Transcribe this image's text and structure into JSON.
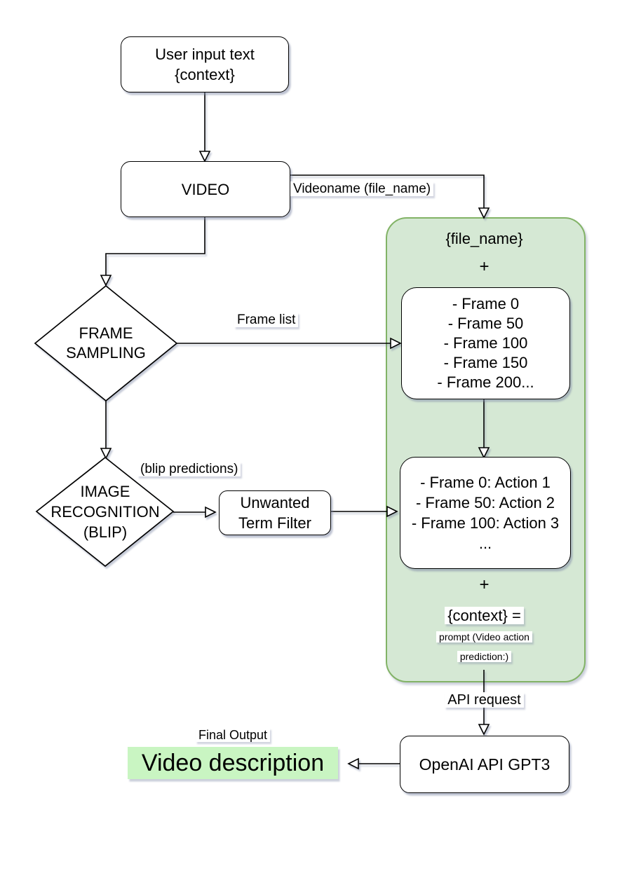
{
  "colors": {
    "container_fill": "#d5e8d4",
    "container_border": "#82b366",
    "highlight": "#c9f5c2",
    "stroke": "#000000"
  },
  "nodes": {
    "user_input": {
      "line1": "User input text",
      "line2": "{context}"
    },
    "video": {
      "label": "VIDEO"
    },
    "frame_sampling": {
      "line1": "FRAME",
      "line2": "SAMPLING"
    },
    "image_recognition": {
      "line1": "IMAGE",
      "line2": "RECOGNITION",
      "line3": "(BLIP)"
    },
    "term_filter": {
      "line1": "Unwanted",
      "line2": "Term Filter"
    },
    "openai": {
      "label": "OpenAI API GPT3"
    }
  },
  "prompt_group": {
    "file_name": "{file_name}",
    "plus_1": "+",
    "frame_list": [
      "- Frame 0",
      "- Frame 50",
      "- Frame 100",
      "- Frame 150",
      "- Frame 200..."
    ],
    "actions_list": [
      "- Frame 0: Action 1",
      "- Frame 50: Action 2",
      "- Frame 100: Action 3",
      "..."
    ],
    "plus_2": "+",
    "context_equals": "{context} =",
    "prompt_line1": "prompt (Video action",
    "prompt_line2": "prediction:)"
  },
  "edge_labels": {
    "videoname": "Videoname (file_name)",
    "frame_list": "Frame list",
    "blip_predictions": "(blip predictions)",
    "api_request": "API request"
  },
  "output": {
    "final_output_label": "Final Output",
    "video_description": "Video description"
  }
}
